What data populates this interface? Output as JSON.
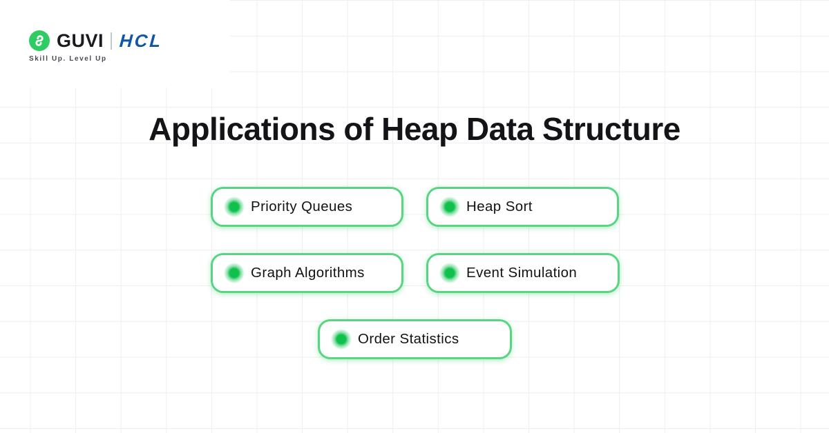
{
  "brand": {
    "guvi_wordmark": "GUVI",
    "hcl_wordmark": "HCL",
    "tagline": "Skill Up. Level Up",
    "guvi_green": "#2ECC63",
    "hcl_blue": "#0F57A4"
  },
  "title": "Applications of Heap Data Structure",
  "accent": {
    "pill_border_green": "#58D583",
    "dot_green": "#0FC04D",
    "grid_line": "#EFEFEF"
  },
  "items": [
    {
      "label": "Priority Queues"
    },
    {
      "label": "Heap Sort"
    },
    {
      "label": "Graph Algorithms"
    },
    {
      "label": "Event Simulation"
    },
    {
      "label": "Order Statistics"
    }
  ]
}
